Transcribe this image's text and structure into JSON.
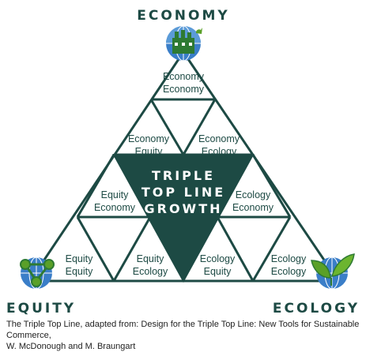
{
  "corners": {
    "top": "ECONOMY",
    "left": "EQUITY",
    "right": "ECOLOGY"
  },
  "center": [
    "TRIPLE",
    "TOP LINE",
    "GROWTH"
  ],
  "cells": {
    "top": [
      "Economy",
      "Economy"
    ],
    "econ_equity": [
      "Economy",
      "Equity"
    ],
    "econ_ecology": [
      "Economy",
      "Ecology"
    ],
    "equity_econ": [
      "Equity",
      "Economy"
    ],
    "ecology_econ": [
      "Ecology",
      "Economy"
    ],
    "equity_equity": [
      "Equity",
      "Equity"
    ],
    "equity_ecology": [
      "Equity",
      "Ecology"
    ],
    "ecology_equity": [
      "Ecology",
      "Equity"
    ],
    "ecology_ecology": [
      "Ecology",
      "Ecology"
    ]
  },
  "caption": {
    "line1": "The Triple Top Line, adapted from: Design for the Triple Top Line: New Tools for Sustainable Commerce,",
    "line2": "W. McDonough and M. Braungart"
  },
  "icons": {
    "top": "globe-factory-icon",
    "left": "globe-people-network-icon",
    "right": "globe-leaf-icon"
  },
  "colors": {
    "line": "#1d4a44",
    "center_fill": "#1d4a44",
    "globe_blue": "#3a7ec8",
    "leaf_green": "#5aa028",
    "title_text": "#1d4a44"
  }
}
